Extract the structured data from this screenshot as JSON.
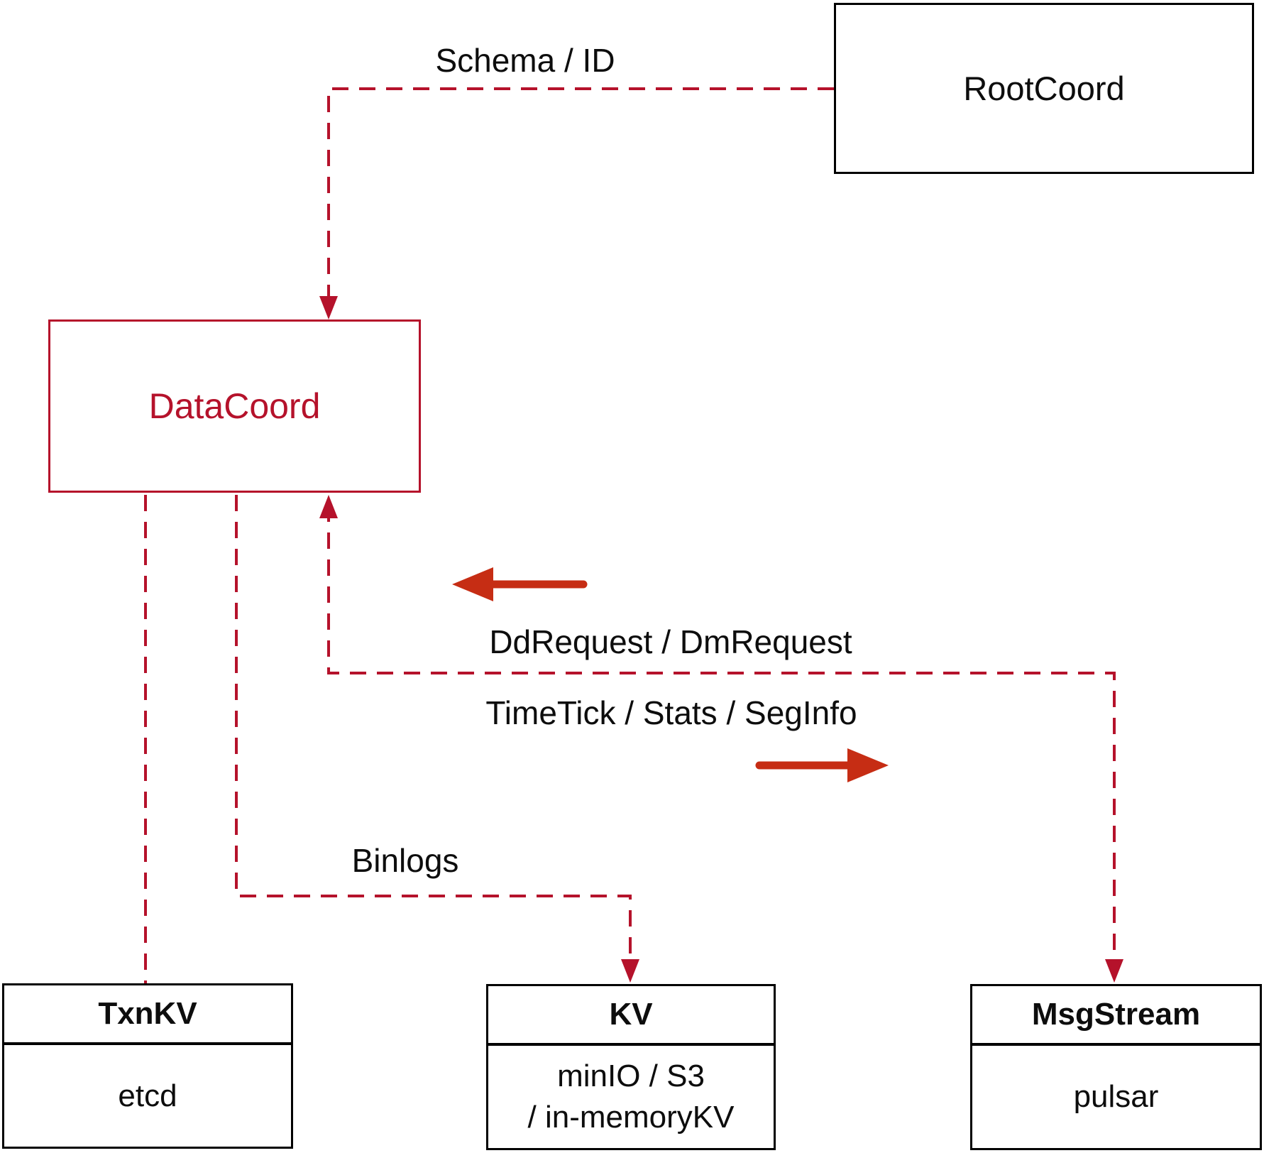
{
  "diagram": {
    "colors": {
      "background": "#ffffff",
      "box_border_black": "#000000",
      "text_black": "#0d0d0d",
      "dashed_line_red": "#b5122b",
      "datacoord_red": "#b5122b",
      "solid_arrow_red": "#c62d14"
    },
    "nodes": {
      "rootcoord": {
        "label": "RootCoord"
      },
      "datacoord": {
        "label": "DataCoord"
      },
      "txnkv": {
        "title": "TxnKV",
        "body": "etcd"
      },
      "kv": {
        "title": "KV",
        "body_line1": "minIO / S3",
        "body_line2": "/ in-memoryKV"
      },
      "msgstream": {
        "title": "MsgStream",
        "body": "pulsar"
      }
    },
    "edges": {
      "schema_id": {
        "label": "Schema / ID"
      },
      "dd_dm": {
        "label": "DdRequest / DmRequest"
      },
      "timetick": {
        "label": "TimeTick / Stats / SegInfo"
      },
      "binlogs": {
        "label": "Binlogs"
      }
    }
  }
}
